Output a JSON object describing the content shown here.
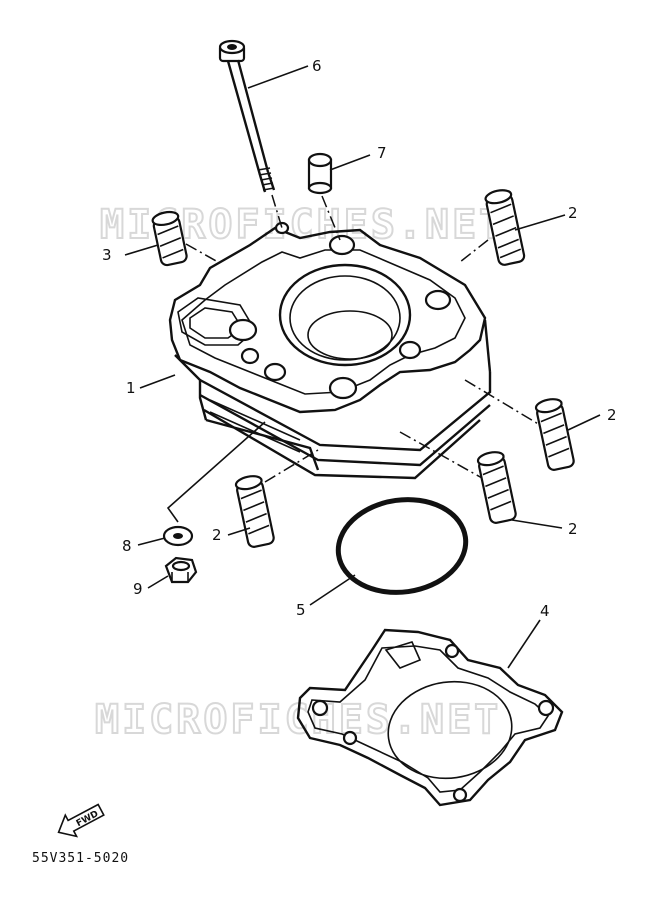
{
  "diagram": {
    "part_code": "55V351-5020",
    "watermark": "MICROFICHES.NET",
    "fwd_label": "FWD",
    "callouts": {
      "cylinder": "1",
      "dowel_top_right": "2",
      "dowel_right_mid": "2",
      "dowel_right_low": "2",
      "dowel_left_low": "2",
      "dowel_top_left": "3",
      "gasket": "4",
      "o_ring": "5",
      "stud_bolt": "6",
      "dowel_pin": "7",
      "washer": "8",
      "nut": "9"
    }
  }
}
